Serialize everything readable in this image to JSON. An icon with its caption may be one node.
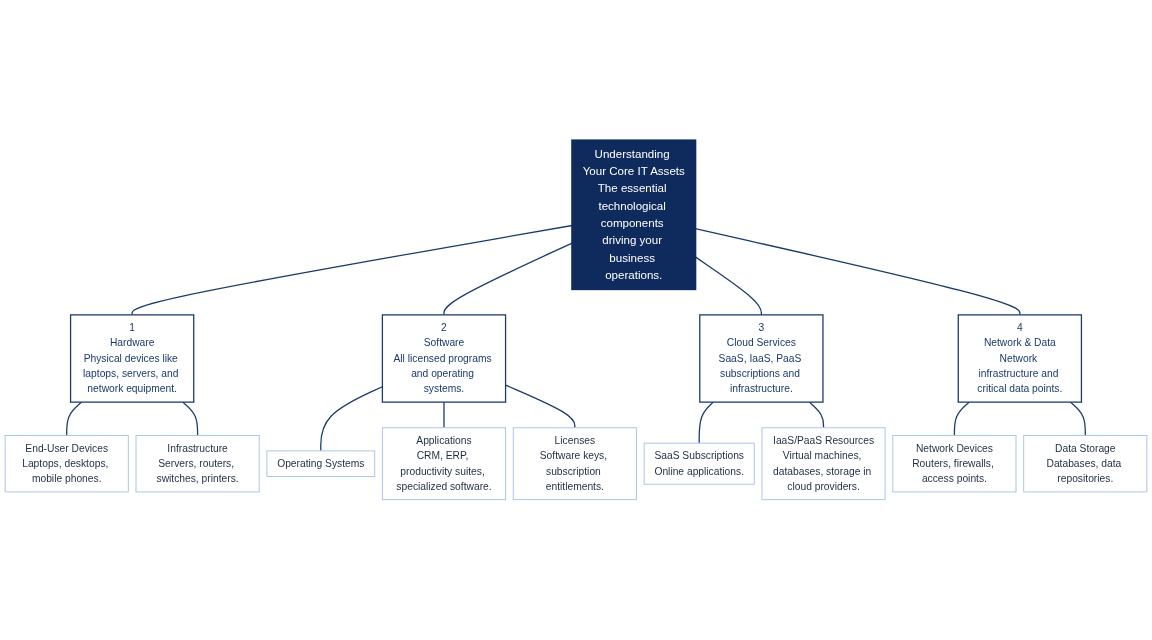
{
  "diagram": {
    "nodes": [
      {
        "text": [
          "Understanding Your Core IT Assets",
          "The essential technological components driving your business operations."
        ]
      },
      {
        "text": [
          "1",
          "Hardware",
          "Physical devices like laptops, servers, and network equipment."
        ]
      },
      {
        "text": [
          "2",
          "Software",
          "All licensed programs and operating systems."
        ]
      },
      {
        "text": [
          "3",
          "Cloud Services",
          "SaaS, IaaS, PaaS subscriptions and infrastructure."
        ]
      },
      {
        "text": [
          "4",
          "Network & Data",
          "Network infrastructure and critical data points."
        ]
      },
      {
        "text": [
          "End-User Devices",
          "Laptops, desktops, mobile phones."
        ]
      },
      {
        "text": [
          "Infrastructure",
          "Servers, routers, switches, printers."
        ]
      },
      {
        "text": [
          "Operating Systems"
        ]
      },
      {
        "text": [
          "Applications",
          "CRM, ERP, productivity suites, specialized software."
        ]
      },
      {
        "text": [
          "Licenses",
          "Software keys, subscription entitlements."
        ]
      },
      {
        "text": [
          "SaaS Subscriptions",
          "Online applications."
        ]
      },
      {
        "text": [
          "IaaS/PaaS Resources",
          "Virtual machines, databases, storage in cloud providers."
        ]
      },
      {
        "text": [
          "Network Devices",
          "Routers, firewalls, access points."
        ]
      },
      {
        "text": [
          "Data Storage",
          "Databases, data repositories."
        ]
      }
    ],
    "edges": [
      {
        "from": 0,
        "to": 1,
        "arrow": "none"
      },
      {
        "from": 0,
        "to": 2,
        "arrow": "none"
      },
      {
        "from": 0,
        "to": 3,
        "arrow": "none"
      },
      {
        "from": 0,
        "to": 4,
        "arrow": "none"
      },
      {
        "from": 1,
        "to": 5,
        "arrow": "none"
      },
      {
        "from": 1,
        "to": 6,
        "arrow": "none"
      },
      {
        "from": 2,
        "to": 7,
        "arrow": "none"
      },
      {
        "from": 2,
        "to": 8,
        "arrow": "none"
      },
      {
        "from": 2,
        "to": 9,
        "arrow": "none"
      },
      {
        "from": 3,
        "to": 10,
        "arrow": "none"
      },
      {
        "from": 3,
        "to": 11,
        "arrow": "none"
      },
      {
        "from": 4,
        "to": 12,
        "arrow": "none"
      },
      {
        "from": 4,
        "to": 13,
        "arrow": "none"
      }
    ]
  }
}
